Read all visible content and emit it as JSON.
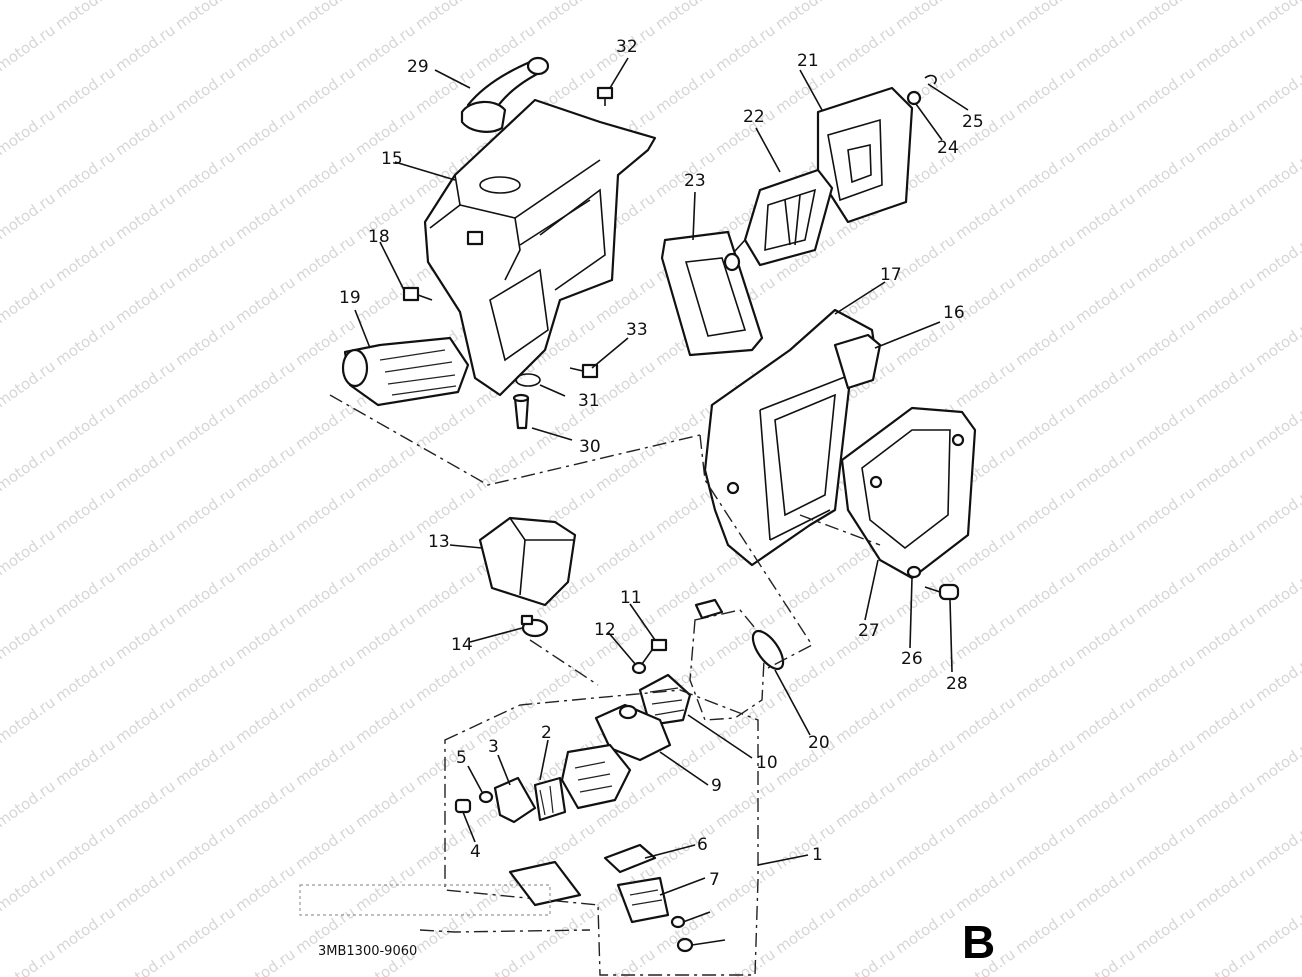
{
  "watermark": "motod.ru",
  "part_code": "3MB1300-9060",
  "corner_letter": "B",
  "callouts": [
    "1",
    "2",
    "3",
    "4",
    "5",
    "6",
    "7",
    "9",
    "10",
    "11",
    "12",
    "13",
    "14",
    "15",
    "16",
    "17",
    "18",
    "19",
    "20",
    "21",
    "22",
    "23",
    "24",
    "25",
    "26",
    "27",
    "28",
    "29",
    "30",
    "31",
    "32",
    "33"
  ]
}
